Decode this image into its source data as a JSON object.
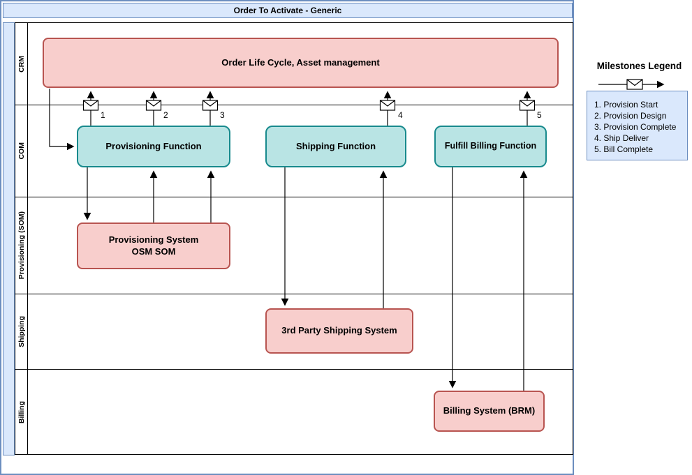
{
  "window": {
    "title": "Order To Activate - Generic"
  },
  "pool": {
    "lanes": [
      {
        "label": "CRM"
      },
      {
        "label": "COM"
      },
      {
        "label": "Provisioning (SOM)"
      },
      {
        "label": "Shipping"
      },
      {
        "label": "Billing"
      }
    ]
  },
  "nodes": {
    "order_life_cycle": {
      "label": "Order Life Cycle, Asset management"
    },
    "provisioning_function": {
      "label": "Provisioning Function"
    },
    "shipping_function": {
      "label": "Shipping Function"
    },
    "fulfill_billing_function": {
      "label": "Fulfill Billing Function"
    },
    "provisioning_system": {
      "label": "Provisioning System\nOSM SOM"
    },
    "third_party_shipping_system": {
      "label": "3rd Party Shipping System"
    },
    "billing_system": {
      "label": "Billing System (BRM)"
    }
  },
  "milestones": [
    {
      "number": "1"
    },
    {
      "number": "2"
    },
    {
      "number": "3"
    },
    {
      "number": "4"
    },
    {
      "number": "5"
    }
  ],
  "legend": {
    "heading": "Milestones Legend",
    "items": [
      "1. Provision Start",
      "2. Provision Design",
      "3. Provision Complete",
      "4. Ship Deliver",
      "5. Bill Complete"
    ]
  },
  "colors": {
    "frame_fill": "#dae8fc",
    "frame_stroke": "#6c8ebf",
    "system_fill": "#f8cecc",
    "system_stroke": "#b85450",
    "function_fill": "#b9e4e4",
    "function_stroke": "#188a8d",
    "line": "#000000"
  }
}
